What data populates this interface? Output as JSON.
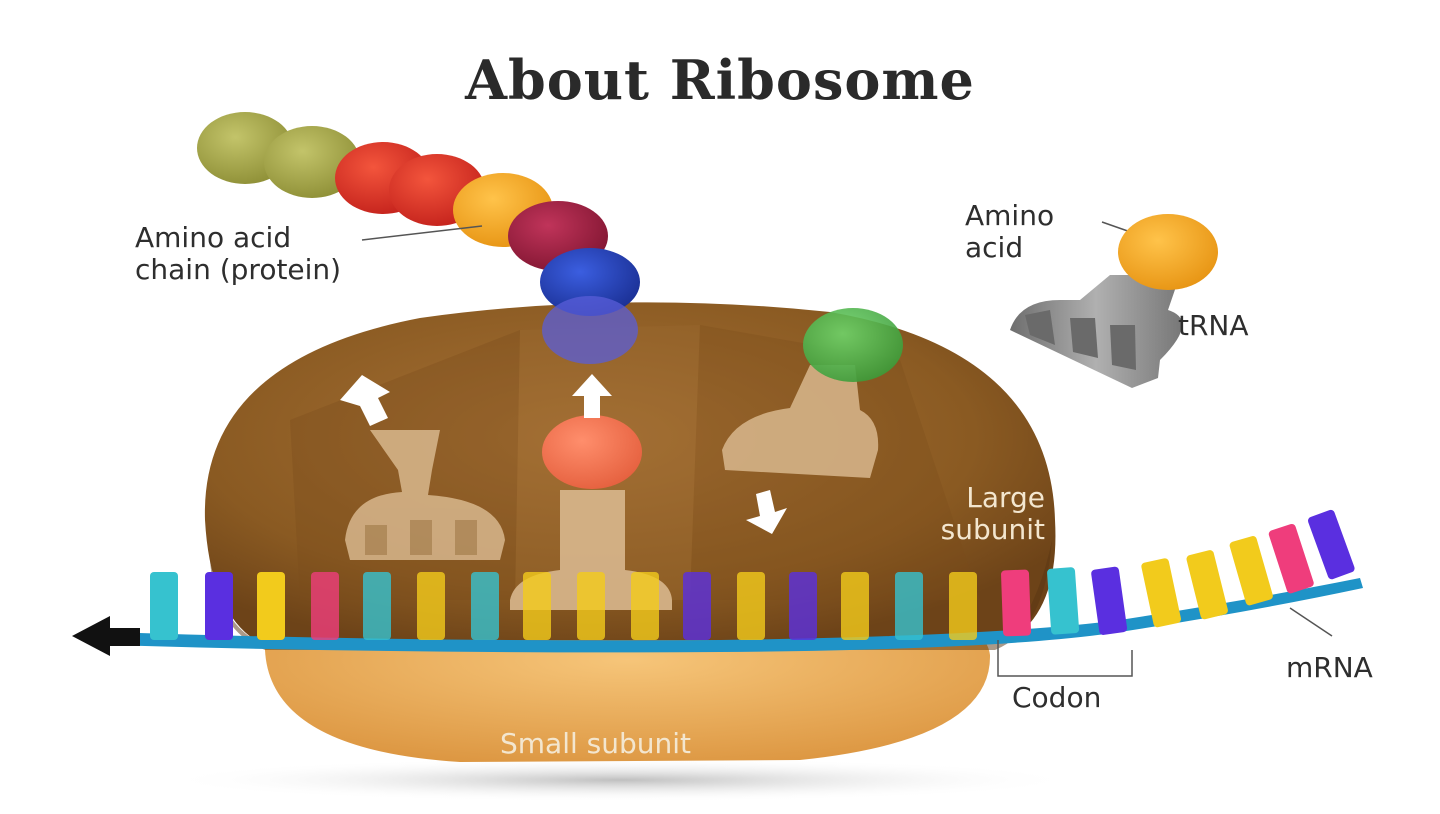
{
  "title": "About Ribosome",
  "labels": {
    "amino_acid_chain": "Amino acid\nchain (protein)",
    "amino_acid": "Amino\nacid",
    "trna": "tRNA",
    "large_subunit": "Large\nsubunit",
    "small_subunit": "Small subunit",
    "codon": "Codon",
    "mrna": "mRNA"
  },
  "colors": {
    "large_subunit": "#8a5a22",
    "small_subunit": "#e8ab5a",
    "mrna_strand": "#1f93c7",
    "tRNA_inside": "#d8b78d",
    "tRNA_free": "#8d8d8d",
    "bead_olive": "#a7a84a",
    "bead_red": "#e03a2a",
    "bead_orange": "#f5a92a",
    "bead_maroon": "#a32140",
    "bead_blue": "#2642b8",
    "bead_green": "#4dbb4a",
    "base_cyan": "#36c2cf",
    "base_purple": "#5a2fe0",
    "base_yellow": "#f2cb1c",
    "base_pink": "#ef3d7c"
  },
  "icons": [
    "arrow-up-icon",
    "arrow-down-icon",
    "arrow-left-icon"
  ]
}
